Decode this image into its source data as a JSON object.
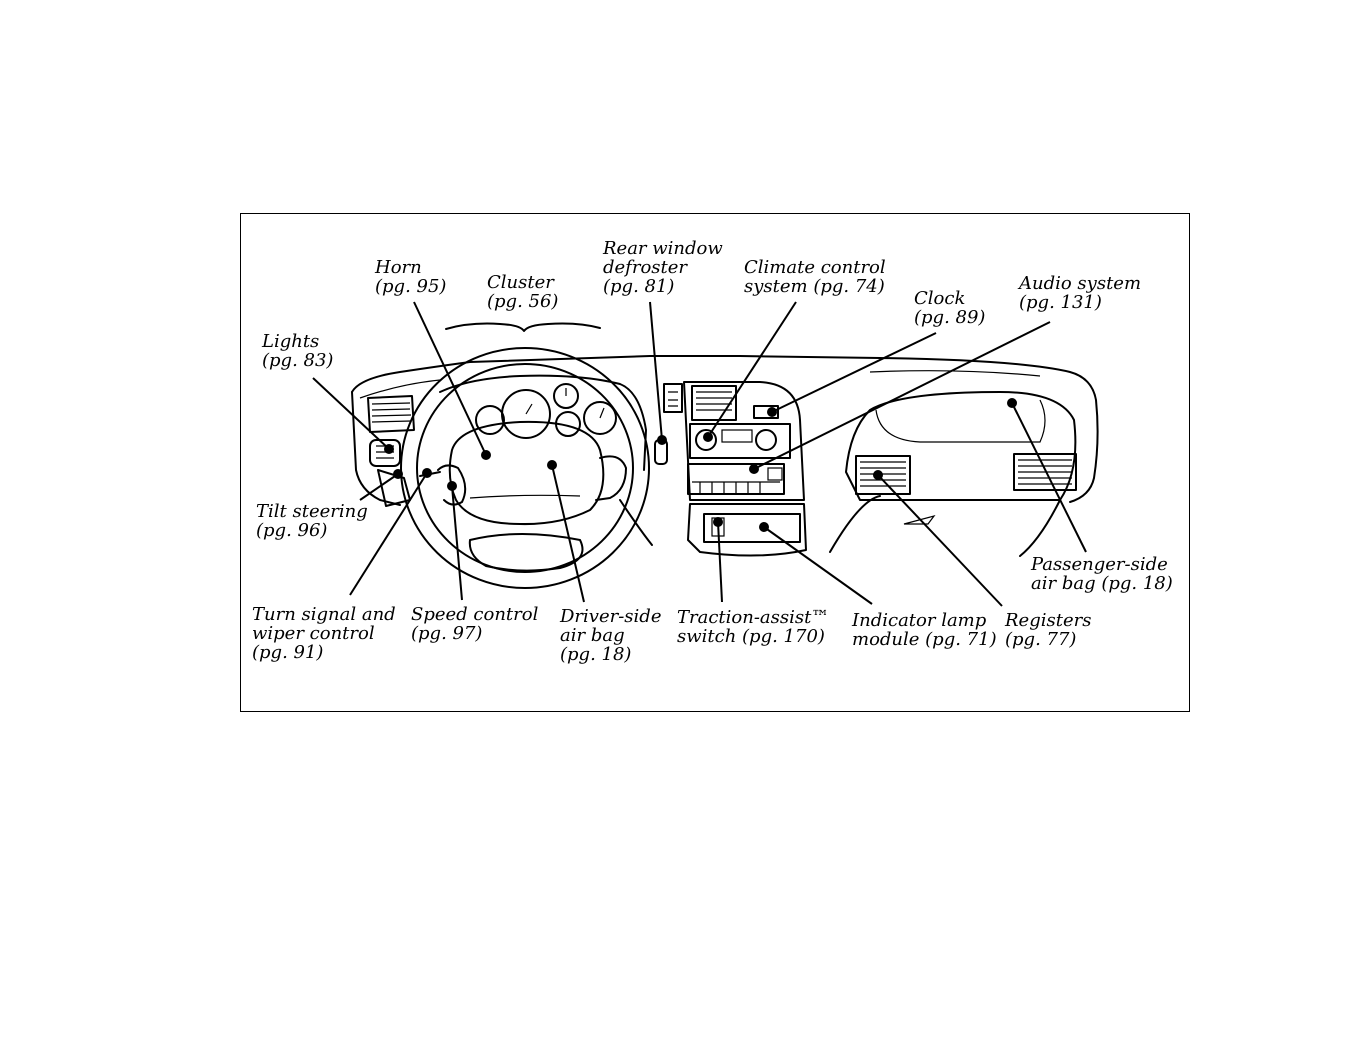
{
  "diagram": {
    "labels": {
      "horn": "Horn\n(pg. 95)",
      "cluster": "Cluster\n(pg. 56)",
      "rear_window_defroster": "Rear window\ndefroster\n(pg. 81)",
      "climate_control": "Climate control\nsystem (pg. 74)",
      "clock": "Clock\n(pg. 89)",
      "audio_system": "Audio system\n(pg. 131)",
      "lights": "Lights\n(pg. 83)",
      "tilt_steering": "Tilt steering\n(pg. 96)",
      "turn_signal": "Turn signal and\nwiper control\n(pg. 91)",
      "speed_control": "Speed control\n(pg. 97)",
      "driver_airbag": "Driver-side\nair bag\n(pg. 18)",
      "traction_assist": "Traction-assist™\nswitch (pg. 170)",
      "indicator_lamp": "Indicator lamp\nmodule (pg. 71)",
      "registers": "Registers\n(pg. 77)",
      "passenger_airbag": "Passenger-side\nair bag (pg. 18)"
    }
  }
}
